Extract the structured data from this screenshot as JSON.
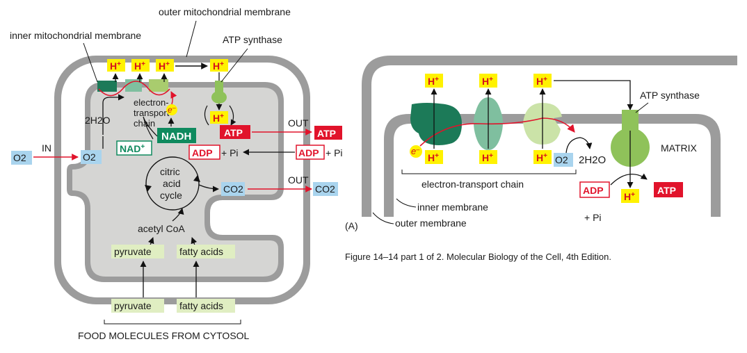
{
  "left_panel": {
    "outer_membrane_label": "outer mitochondrial membrane",
    "inner_membrane_label": "inner mitochondrial membrane",
    "atp_synthase_label": "ATP synthase",
    "proton": "H",
    "proton_charge": "+",
    "electron": "e",
    "electron_charge": "–",
    "etc_label_line1": "electron-",
    "etc_label_line2": "transport",
    "etc_label_line3": "chain",
    "water": "2H2O",
    "nadh": "NADH",
    "nad_plus": "NAD",
    "nad_charge": "+",
    "atp": "ATP",
    "adp": "ADP",
    "pi": "+ Pi",
    "out_label": "OUT",
    "in_label": "IN",
    "oxygen": "O2",
    "co2": "CO2",
    "cycle_line1": "citric",
    "cycle_line2": "acid",
    "cycle_line3": "cycle",
    "acetyl_coa": "acetyl CoA",
    "pyruvate": "pyruvate",
    "fatty_acids": "fatty acids",
    "food_label": "FOOD MOLECULES FROM CYTOSOL"
  },
  "right_panel": {
    "atp_synthase_label": "ATP synthase",
    "matrix_label": "MATRIX",
    "proton": "H",
    "proton_charge": "+",
    "electron": "e",
    "electron_charge": "–",
    "oxygen": "O2",
    "water": "2H2O",
    "etc_label": "electron-transport chain",
    "inner_membrane_label": "inner membrane",
    "outer_membrane_label": "outer membrane",
    "panel_letter": "(A)",
    "adp": "ADP",
    "pi": "+ Pi",
    "atp": "ATP"
  },
  "caption": "Figure 14–14 part 1 of 2. Molecular Biology of the Cell, 4th Edition.",
  "colors": {
    "membrane": "#9c9c9c",
    "matrix": "#d5d5d3",
    "proton_box": "#fff200",
    "proton_text": "#d6111b",
    "arrow_red": "#e1132b",
    "atp_box": "#e1132b",
    "nadh_box": "#0f8a5e",
    "oxygen_box": "#a9d4ee",
    "food_box": "#e0eec2",
    "synthase_green": "#8fc25a",
    "complex_dark": "#1c7a58",
    "complex_mid": "#7fbf9f",
    "complex_light": "#cbe3a8"
  }
}
